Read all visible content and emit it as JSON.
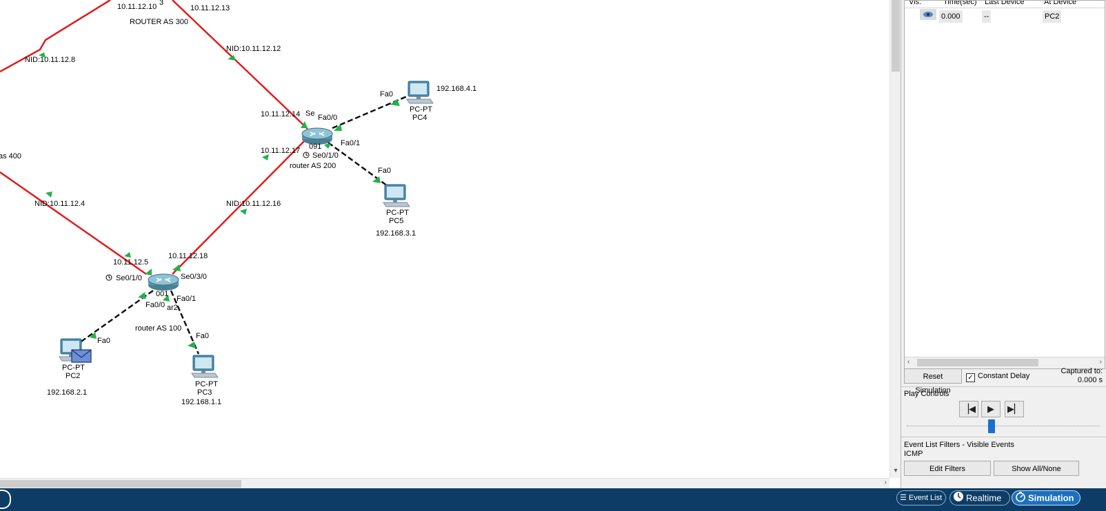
{
  "topology": {
    "routers": [
      {
        "id": "ras300",
        "name": "ROUTER AS 300"
      },
      {
        "id": "ras200",
        "name": "router AS 200"
      },
      {
        "id": "ras100",
        "name": "router AS 100"
      },
      {
        "id": "ras400",
        "name": "as 400"
      }
    ],
    "pcs": [
      {
        "id": "pc4",
        "model": "PC-PT",
        "name": "PC4",
        "ip": "192.168.4.1",
        "port": "Fa0"
      },
      {
        "id": "pc5",
        "model": "PC-PT",
        "name": "PC5",
        "ip": "192.168.3.1",
        "port": "Fa0"
      },
      {
        "id": "pc2",
        "model": "PC-PT",
        "name": "PC2",
        "ip": "192.168.2.1",
        "port": "Fa0"
      },
      {
        "id": "pc3",
        "model": "PC-PT",
        "name": "PC3",
        "ip": "192.168.1.1",
        "port": "Fa0"
      }
    ],
    "networks": [
      "NID:10.11.12.8",
      "NID:10.11.12.12",
      "NID:10.11.12.4",
      "NID:10.11.12.16"
    ],
    "ips": [
      "10.11.12.10",
      "10.11.12.13",
      "10.11.12.14",
      "10.11.12.17",
      "10.11.12.5",
      "10.11.12.18"
    ],
    "ports": {
      "r200_se_top": "Se",
      "r200_fa00": "Fa0/0",
      "r200_fa01": "Fa0/1",
      "r200_se010": "Se0/1/0",
      "r100_se010": "Se0/1/0",
      "r100_se030": "Se0/3/0",
      "r100_fa00": "Fa0/0",
      "r100_fa01": "Fa0/1"
    },
    "partial": {
      "top_digit": "3",
      "r200_glyph": "091",
      "r100_glyph": "001",
      "r100_side": "ar2"
    }
  },
  "event_list": {
    "columns": [
      "Vis.",
      "Time(sec)",
      "Last Device",
      "At Device"
    ],
    "rows": [
      {
        "time": "0.000",
        "last_device": "--",
        "at_device": "PC2"
      }
    ]
  },
  "controls": {
    "reset_simulation": "Reset Simulation",
    "constant_delay": "Constant Delay",
    "constant_delay_checked": true,
    "captured_label": "Captured to:",
    "captured_value": "0.000 s",
    "play_controls": "Play Controls",
    "speed": 0.45
  },
  "filters": {
    "title": "Event List Filters - Visible Events",
    "value": "ICMP",
    "edit_filters": "Edit Filters",
    "show_all_none": "Show All/None"
  },
  "statusbar": {
    "event_list": "Event List",
    "realtime": "Realtime",
    "simulation": "Simulation"
  },
  "colors": {
    "serial_link": "#e01b1b",
    "ethernet_link": "#111111",
    "port_up": "#22b14c",
    "status_bar": "#0d3d66",
    "speed_thumb": "#1a6fd0"
  }
}
